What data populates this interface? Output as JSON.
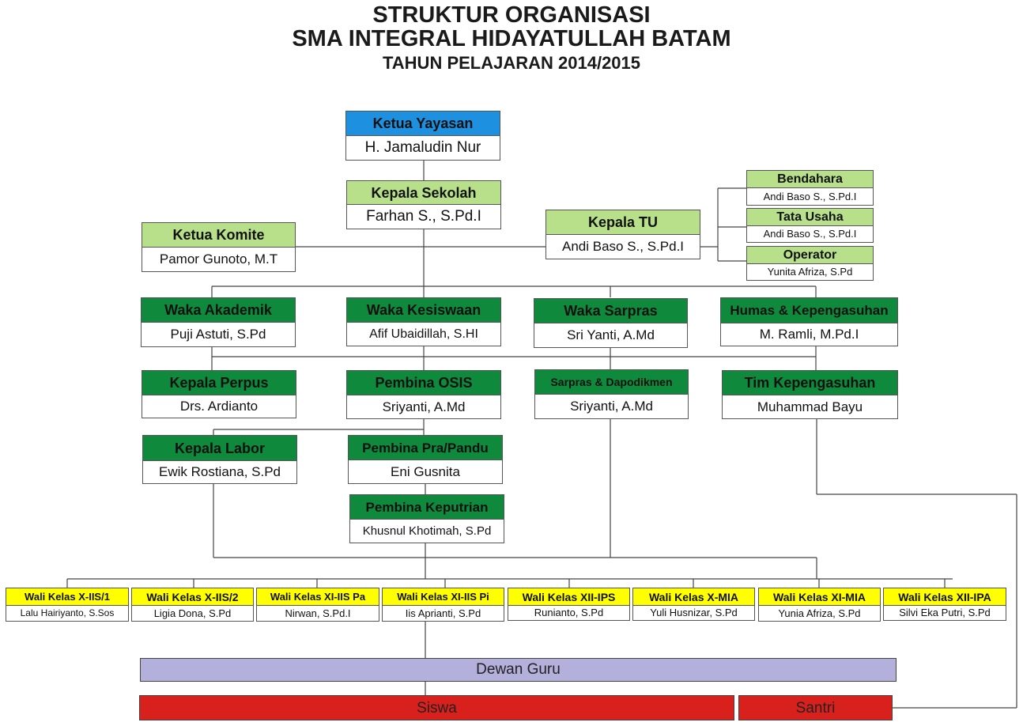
{
  "title": {
    "line1": "STRUKTUR ORGANISASI",
    "line2": "SMA INTEGRAL HIDAYATULLAH BATAM",
    "line3": "TAHUN PELAJARAN 2014/2015"
  },
  "colors": {
    "blue": "#1e90e0",
    "light_green": "#b8e08a",
    "dark_green": "#0f8a3c",
    "yellow": "#ffff00",
    "lavender": "#b4b0dc",
    "red": "#d8201c"
  },
  "ketua_yayasan": {
    "role": "Ketua Yayasan",
    "name": "H. Jamaludin Nur"
  },
  "kepala_sekolah": {
    "role": "Kepala Sekolah",
    "name": "Farhan S., S.Pd.I"
  },
  "ketua_komite": {
    "role": "Ketua Komite",
    "name": "Pamor Gunoto, M.T"
  },
  "kepala_tu": {
    "role": "Kepala TU",
    "name": "Andi Baso S., S.Pd.I"
  },
  "bendahara": {
    "role": "Bendahara",
    "name": "Andi Baso S., S.Pd.I"
  },
  "tata_usaha": {
    "role": "Tata Usaha",
    "name": "Andi Baso S., S.Pd.I"
  },
  "operator": {
    "role": "Operator",
    "name": "Yunita Afriza, S.Pd"
  },
  "waka_akademik": {
    "role": "Waka Akademik",
    "name": "Puji Astuti, S.Pd"
  },
  "waka_kesiswaan": {
    "role": "Waka Kesiswaan",
    "name": "Afif Ubaidillah, S.HI"
  },
  "waka_sarpras": {
    "role": "Waka Sarpras",
    "name": "Sri Yanti, A.Md"
  },
  "humas": {
    "role": "Humas & Kepengasuhan",
    "name": "M. Ramli, M.Pd.I"
  },
  "kepala_perpus": {
    "role": "Kepala Perpus",
    "name": "Drs. Ardianto"
  },
  "pembina_osis": {
    "role": "Pembina OSIS",
    "name": "Sriyanti, A.Md"
  },
  "sarpras_dapodikmen": {
    "role": "Sarpras & Dapodikmen",
    "name": "Sriyanti, A.Md"
  },
  "tim_kepengasuhan": {
    "role": "Tim Kepengasuhan",
    "name": "Muhammad Bayu"
  },
  "kepala_labor": {
    "role": "Kepala Labor",
    "name": "Ewik Rostiana, S.Pd"
  },
  "pembina_pramuka": {
    "role": "Pembina Pra/Pandu",
    "name": "Eni Gusnita"
  },
  "pembina_keputrian": {
    "role": "Pembina Keputrian",
    "name": "Khusnul Khotimah, S.Pd"
  },
  "wali_kelas": [
    {
      "role": "Wali Kelas X-IIS/1",
      "name": "Lalu Hairiyanto, S.Sos"
    },
    {
      "role": "Wali Kelas X-IIS/2",
      "name": "Ligia Dona, S.Pd"
    },
    {
      "role": "Wali Kelas XI-IIS Pa",
      "name": "Nirwan, S.Pd.I"
    },
    {
      "role": "Wali Kelas XI-IIS Pi",
      "name": "Iis Aprianti, S.Pd"
    },
    {
      "role": "Wali Kelas XII-IPS",
      "name": "Runianto, S.Pd"
    },
    {
      "role": "Wali Kelas X-MIA",
      "name": "Yuli Husnizar, S.Pd"
    },
    {
      "role": "Wali Kelas XI-MIA",
      "name": "Yunia Afriza, S.Pd"
    },
    {
      "role": "Wali Kelas XII-IPA",
      "name": "Silvi Eka Putri, S.Pd"
    }
  ],
  "dewan_guru": "Dewan Guru",
  "siswa": "Siswa",
  "santri": "Santri"
}
